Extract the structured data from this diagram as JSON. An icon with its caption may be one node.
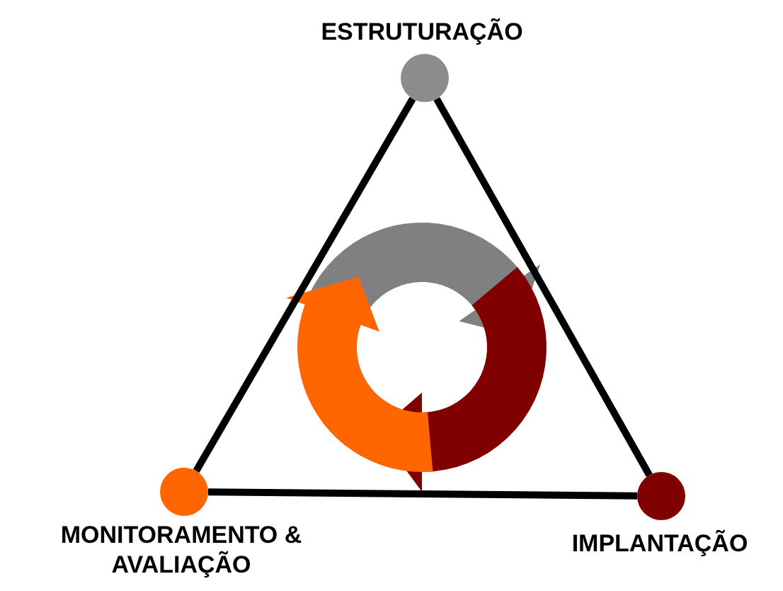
{
  "diagram": {
    "nodes": [
      {
        "text": [
          "ESTRUTURAÇÃO"
        ]
      },
      {
        "text": [
          "MONITORAMENTO & AVALIAÇÃO"
        ]
      },
      {
        "text": [
          "IMPLANTAÇÃO"
        ]
      }
    ],
    "edges": [
      {
        "from": 0,
        "to": 2,
        "arrow": "none"
      },
      {
        "from": 2,
        "to": 1,
        "arrow": "none"
      },
      {
        "from": 1,
        "to": 0,
        "arrow": "none"
      }
    ]
  }
}
